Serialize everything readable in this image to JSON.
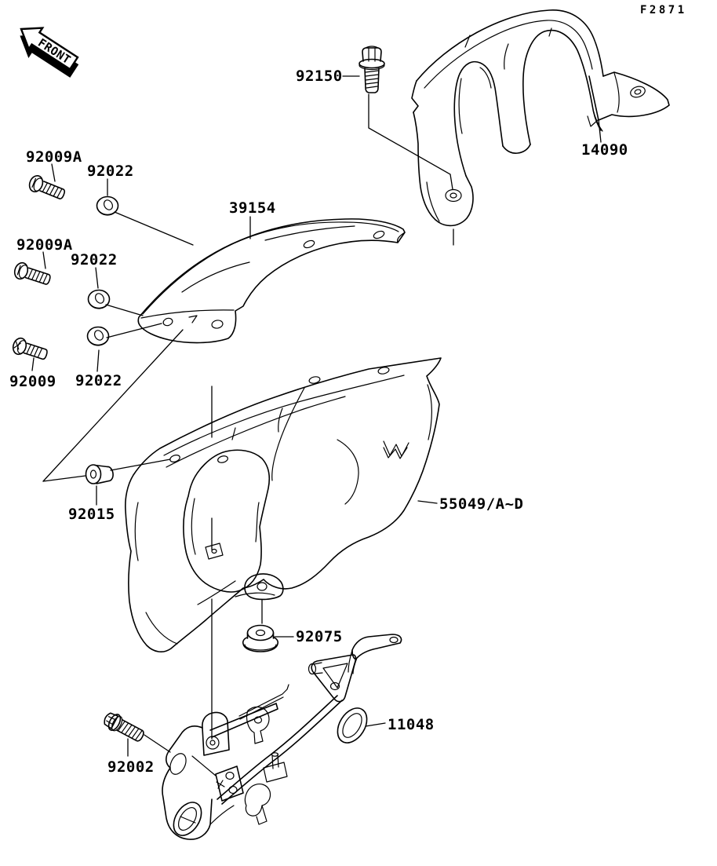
{
  "meta": {
    "figure_code": "F2871",
    "front_label": "FRONT",
    "background_color": "#ffffff",
    "line_color": "#000000"
  },
  "callouts": [
    {
      "text": "92150",
      "shape": "hex-flange-bolt"
    },
    {
      "text": "14090",
      "shape": "meter-cover-panel"
    },
    {
      "text": "92009A",
      "shape": "pan-head-screw"
    },
    {
      "text": "92022",
      "shape": "washer"
    },
    {
      "text": "39154",
      "shape": "windshield"
    },
    {
      "text": "92009A",
      "shape": "pan-head-screw"
    },
    {
      "text": "92022",
      "shape": "washer"
    },
    {
      "text": "92009",
      "shape": "phillips-screw"
    },
    {
      "text": "92022",
      "shape": "washer"
    },
    {
      "text": "92015",
      "shape": "collar-spacer"
    },
    {
      "text": "55049/A~D",
      "shape": "cowling-body"
    },
    {
      "text": "92075",
      "shape": "grommet"
    },
    {
      "text": "11048",
      "shape": "bracket-stay"
    },
    {
      "text": "92002",
      "shape": "hex-flange-bolt"
    }
  ]
}
